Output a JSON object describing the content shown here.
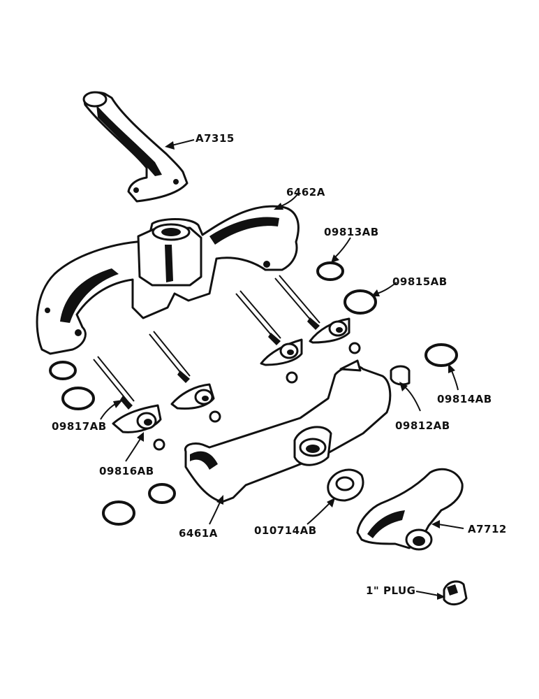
{
  "labels": {
    "a7315": "A7315",
    "p6462a": "6462A",
    "p09813ab": "09813AB",
    "p09815ab": "09815AB",
    "p09814ab": "09814AB",
    "p09812ab": "09812AB",
    "p09817ab": "09817AB",
    "p09816ab": "09816AB",
    "p6461a": "6461A",
    "p010714ab": "010714AB",
    "a7712": "A7712",
    "plug": "1\" PLUG"
  }
}
